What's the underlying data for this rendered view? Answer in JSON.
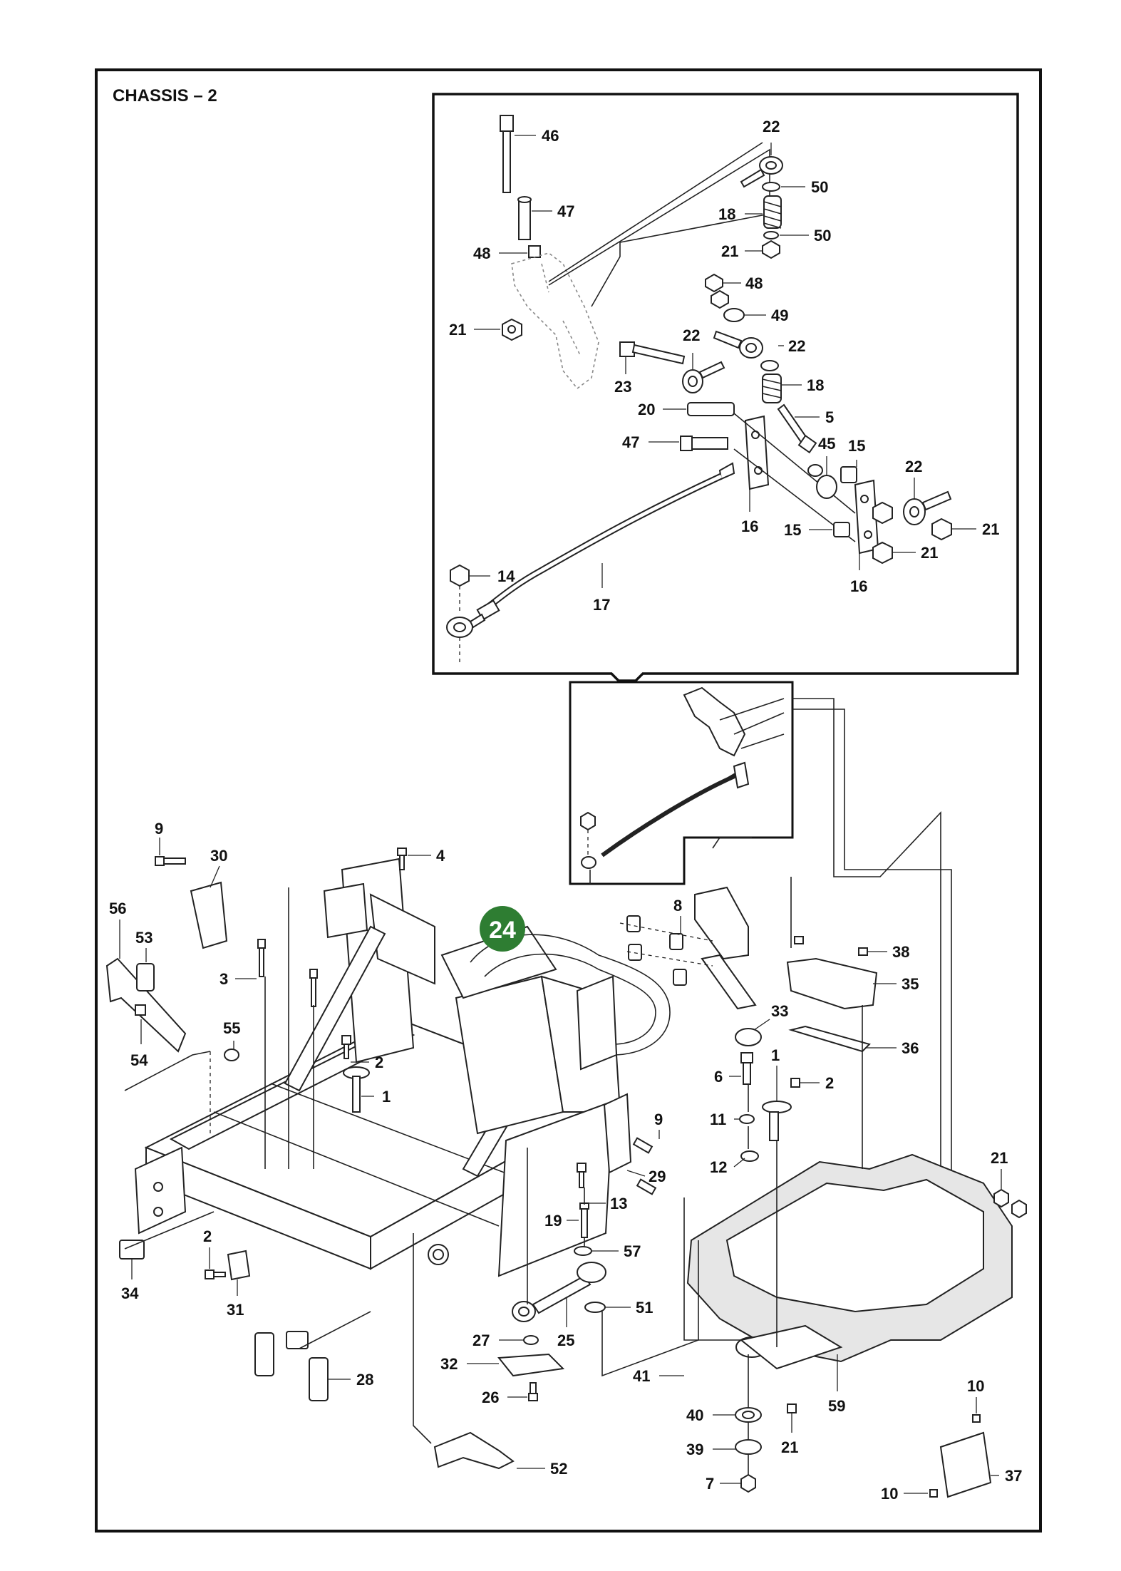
{
  "title": "CHASSIS – 2",
  "badge": {
    "text": "24",
    "color": "#2e7d32"
  },
  "inset_labels": {
    "l46": "46",
    "l47a": "47",
    "l48a": "48",
    "l21a": "21",
    "l22a": "22",
    "l50a": "50",
    "l18a": "18",
    "l50b": "50",
    "l21b": "21",
    "l48b": "48",
    "l49": "49",
    "l22b": "22",
    "l22c": "22",
    "l23": "23",
    "l18b": "18",
    "l20": "20",
    "l5": "5",
    "l47b": "47",
    "l45": "45",
    "l15a": "15",
    "l22d": "22",
    "l14": "14",
    "l16a": "16",
    "l15b": "15",
    "l21c": "21",
    "l21d": "21",
    "l16b": "16",
    "l17": "17"
  },
  "main_labels": {
    "l9a": "9",
    "l30": "30",
    "l4": "4",
    "l56": "56",
    "l53": "53",
    "l3": "3",
    "l55": "55",
    "l54": "54",
    "l2a": "2",
    "l1a": "1",
    "l9b": "9",
    "l29": "29",
    "l13": "13",
    "l19": "19",
    "l57": "57",
    "l51": "51",
    "l25": "25",
    "l27": "27",
    "l32": "32",
    "l26": "26",
    "l52": "52",
    "l2b": "2",
    "l31": "31",
    "l34": "34",
    "l28": "28",
    "l8": "8",
    "l38": "38",
    "l35": "35",
    "l33": "33",
    "l36": "36",
    "l6": "6",
    "l1b": "1",
    "l2c": "2",
    "l11": "11",
    "l12": "12",
    "l21e": "21",
    "l41": "41",
    "l40": "40",
    "l39": "39",
    "l7": "7",
    "l21f": "21",
    "l59": "59",
    "l10a": "10",
    "l37": "37",
    "l10b": "10"
  }
}
